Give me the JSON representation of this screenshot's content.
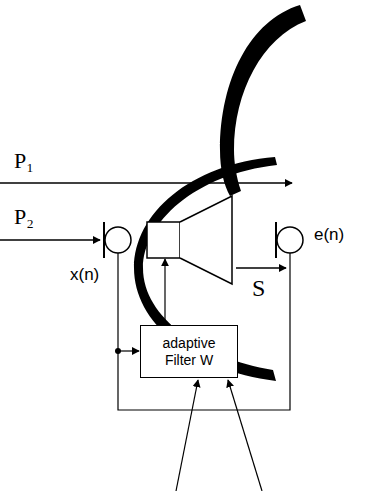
{
  "diagram": {
    "nodes": [
      {
        "text": [
          "adaptive Filter W"
        ]
      }
    ],
    "labels": [
      "P₁",
      "P₂",
      "x(n)",
      "S",
      "e(n)"
    ]
  }
}
